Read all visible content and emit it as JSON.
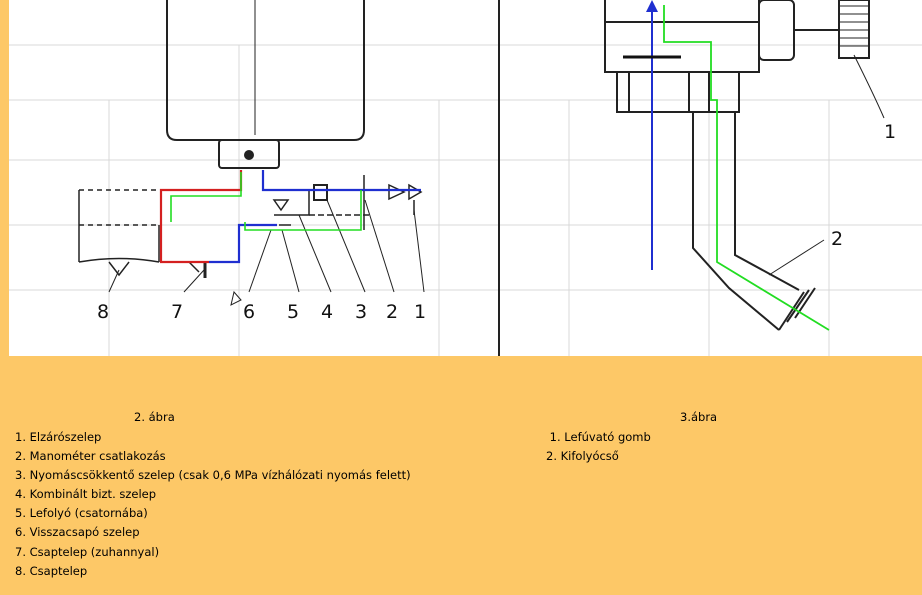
{
  "figure2": {
    "caption": "2. ábra",
    "callouts": [
      "8",
      "7",
      "6",
      "5",
      "4",
      "3",
      "2",
      "1"
    ],
    "legend": [
      "1. Elzárószelep",
      "2. Manométer csatlakozás",
      "3. Nyomáscsökkentő szelep (csak 0,6 MPa vízhálózati nyomás felett)",
      "4. Kombinált bizt. szelep",
      "5. Lefolyó (csatornába)",
      "6. Visszacsapó szelep",
      "7. Csaptelep (zuhannyal)",
      "8. Csaptelep"
    ]
  },
  "figure3": {
    "caption": "3.ábra",
    "callouts": [
      "1",
      "2"
    ],
    "legend": [
      " 1. Lefúvató gomb",
      "2. Kifolyócső"
    ]
  },
  "colors": {
    "background": "#FDC867",
    "cold_water": "#1F2FD0",
    "hot_water": "#D42020",
    "drain": "#22DD22",
    "drawing": "#222222"
  }
}
